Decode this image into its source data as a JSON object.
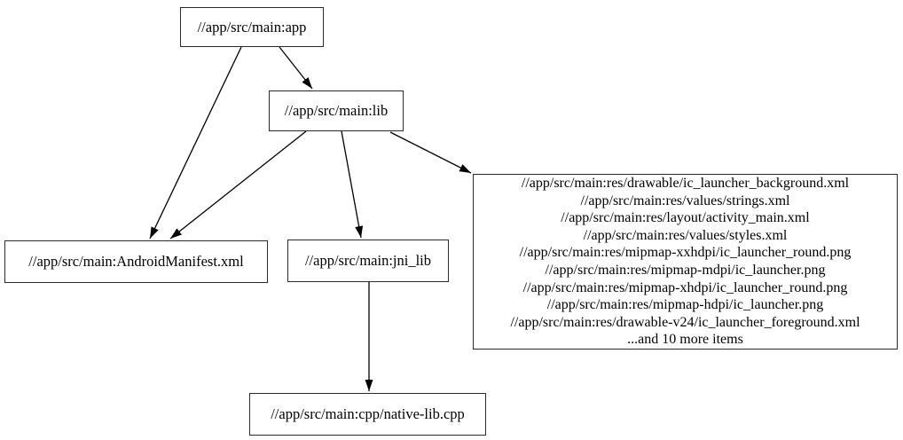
{
  "diagram": {
    "kind": "dependency-graph",
    "background_color": "#ffffff",
    "node_fill_color": "#ffffff",
    "node_border_color": "#2a2a2a",
    "edge_color": "#000000",
    "text_color": "#000000"
  },
  "nodes": {
    "app": {
      "label": "//app/src/main:app"
    },
    "lib": {
      "label": "//app/src/main:lib"
    },
    "android_manifest": {
      "label": "//app/src/main:AndroidManifest.xml"
    },
    "jni_lib": {
      "label": "//app/src/main:jni_lib"
    },
    "native_lib_cpp": {
      "label": "//app/src/main:cpp/native-lib.cpp"
    },
    "res_group": {
      "lines": [
        "//app/src/main:res/drawable/ic_launcher_background.xml",
        "//app/src/main:res/values/strings.xml",
        "//app/src/main:res/layout/activity_main.xml",
        "//app/src/main:res/values/styles.xml",
        "//app/src/main:res/mipmap-xxhdpi/ic_launcher_round.png",
        "//app/src/main:res/mipmap-mdpi/ic_launcher.png",
        "//app/src/main:res/mipmap-xhdpi/ic_launcher_round.png",
        "//app/src/main:res/mipmap-hdpi/ic_launcher.png",
        "//app/src/main:res/drawable-v24/ic_launcher_foreground.xml",
        "...and 10 more items"
      ]
    }
  },
  "edges": [
    {
      "from": "app",
      "to": "android_manifest"
    },
    {
      "from": "app",
      "to": "lib"
    },
    {
      "from": "lib",
      "to": "android_manifest"
    },
    {
      "from": "lib",
      "to": "jni_lib"
    },
    {
      "from": "lib",
      "to": "res_group"
    },
    {
      "from": "jni_lib",
      "to": "native_lib_cpp"
    }
  ]
}
